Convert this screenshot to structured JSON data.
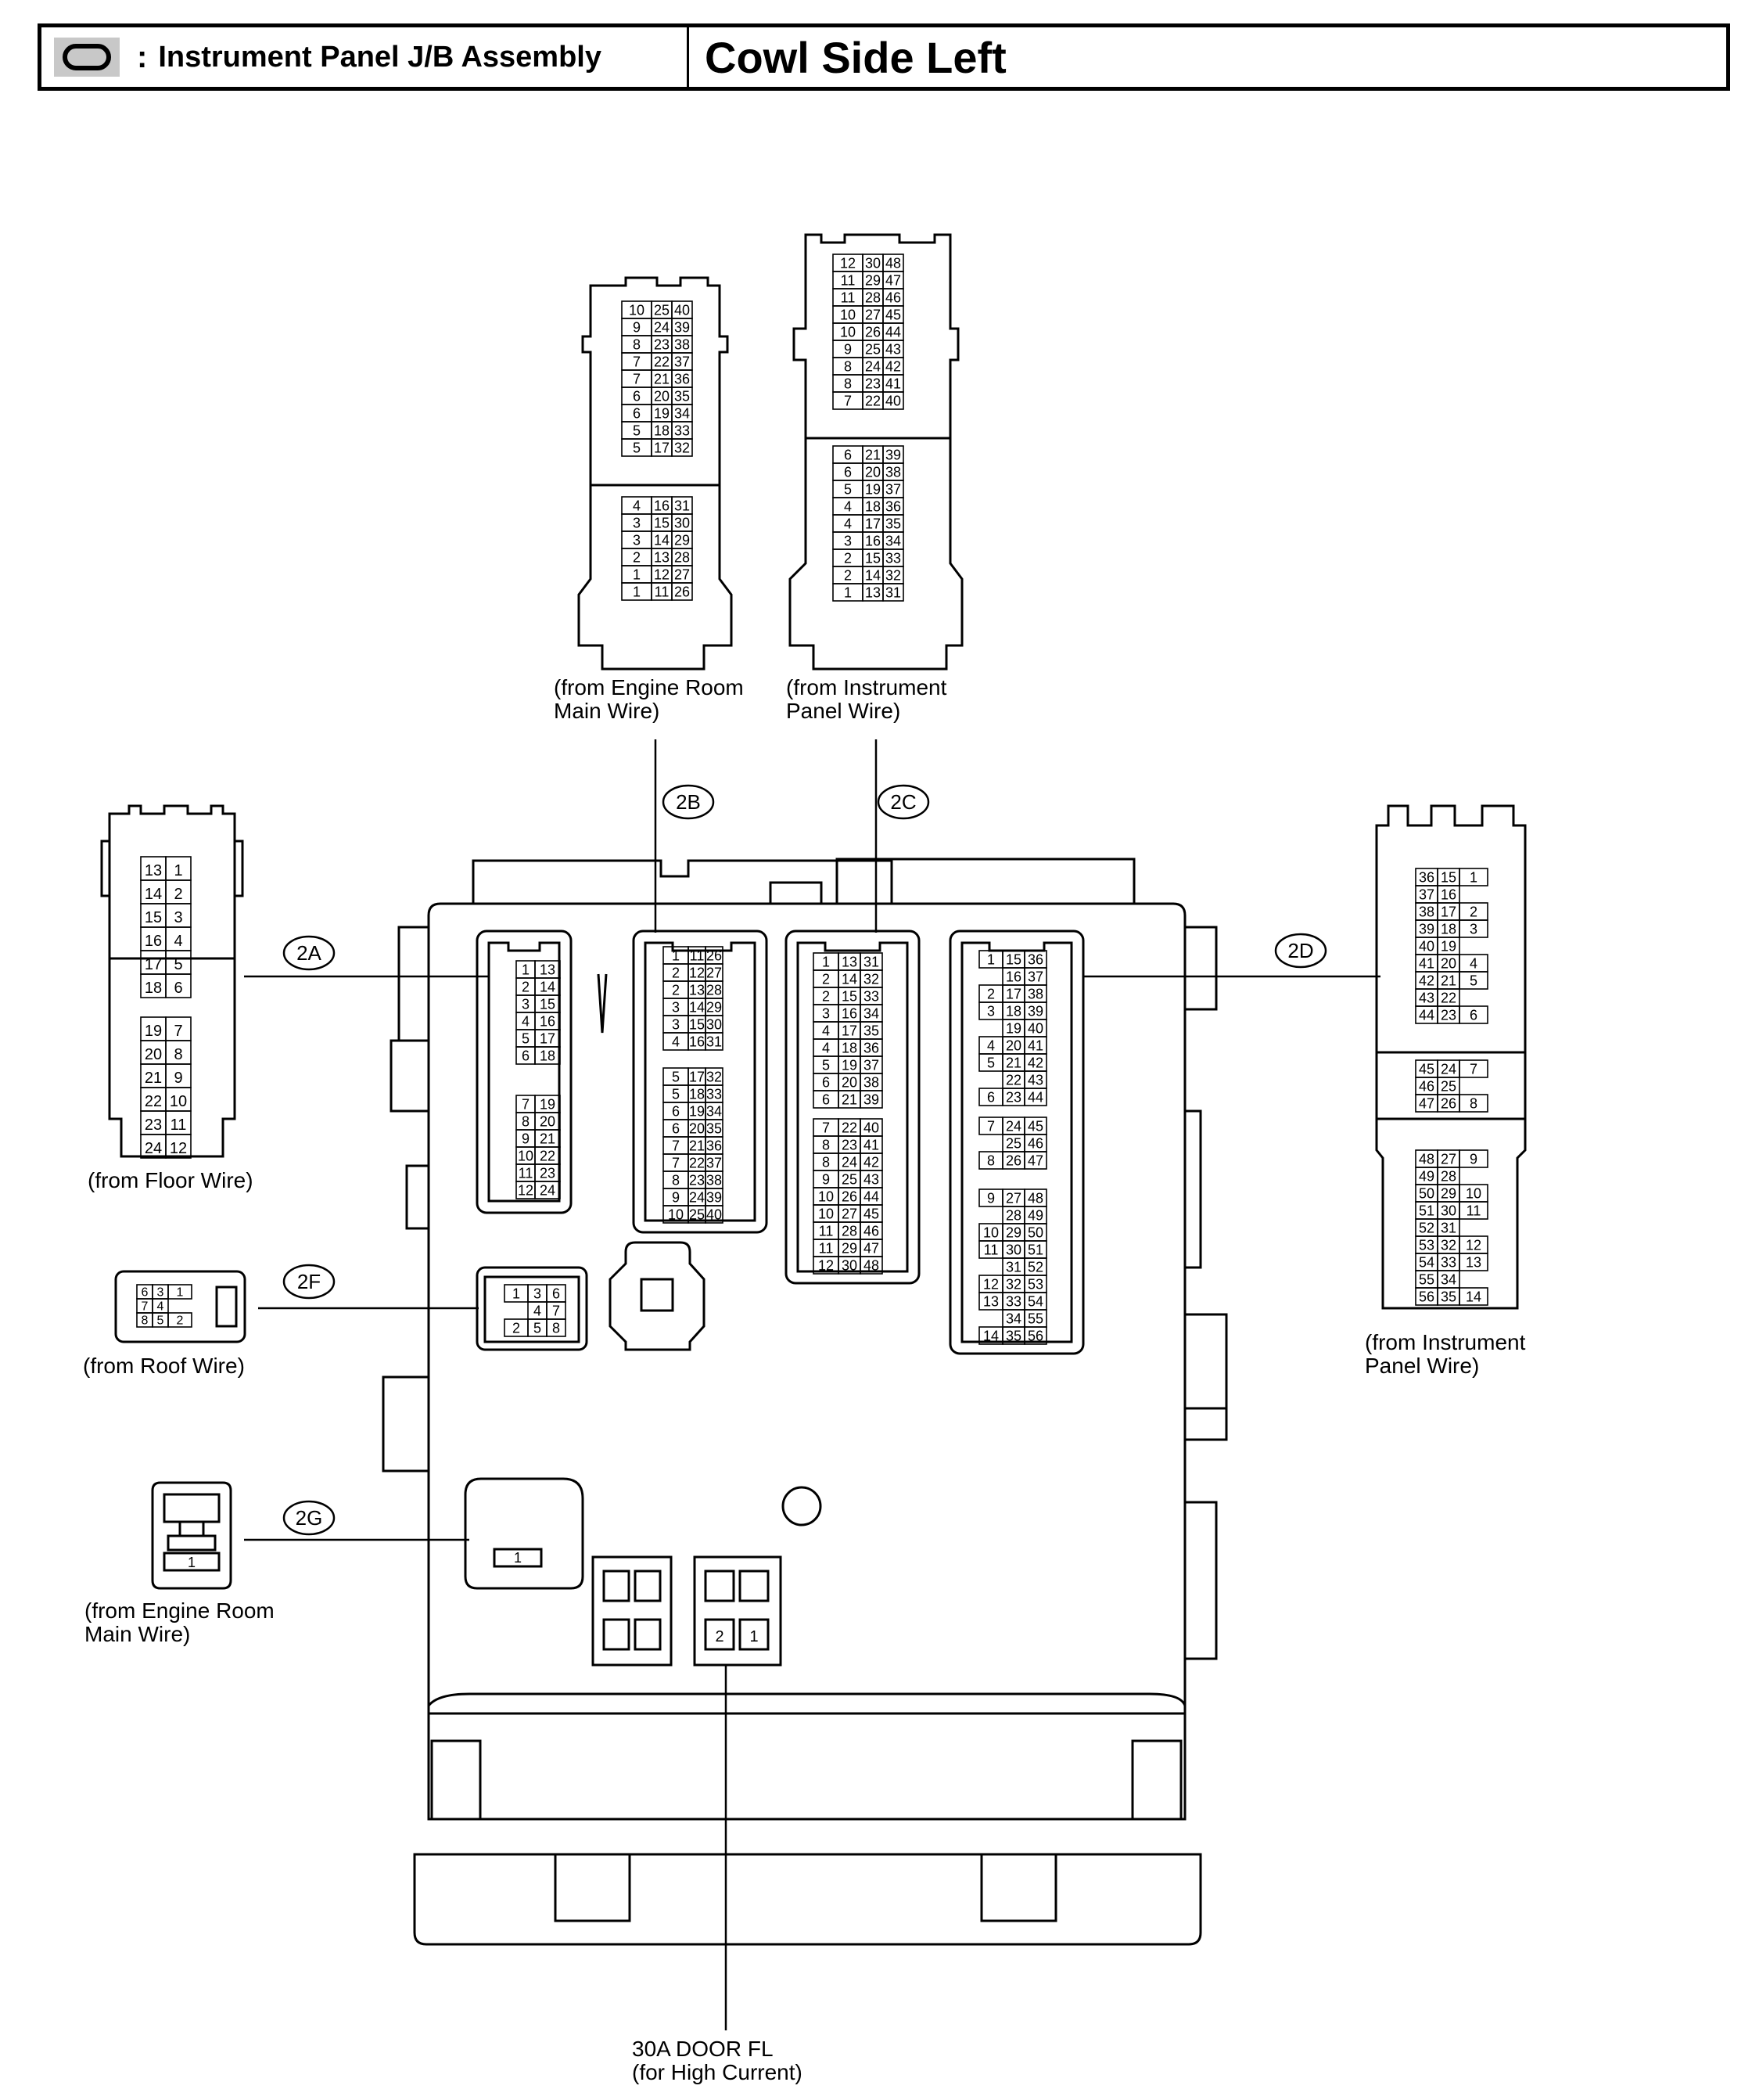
{
  "header": {
    "symbol": "oval-connector-icon",
    "colon": ":",
    "component": "Instrument Panel J/B Assembly",
    "location": "Cowl Side Left"
  },
  "connectors": {
    "c2A": {
      "code": "2A",
      "source": [
        "(from Floor Wire)"
      ]
    },
    "c2B": {
      "code": "2B",
      "source": [
        "(from Engine Room",
        "Main Wire)"
      ]
    },
    "c2C": {
      "code": "2C",
      "source": [
        "(from Instrument",
        "Panel Wire)"
      ]
    },
    "c2D": {
      "code": "2D",
      "source": [
        "(from Instrument",
        "Panel Wire)"
      ]
    },
    "c2F": {
      "code": "2F",
      "source": [
        "(from Roof Wire)"
      ]
    },
    "c2G": {
      "code": "2G",
      "source": [
        "(from Engine Room",
        "Main Wire)"
      ]
    }
  },
  "fuse": {
    "lines": [
      "30A DOOR FL",
      "(for High Current)"
    ],
    "pins": [
      "2",
      "1"
    ]
  },
  "pins": {
    "A_s": [
      [
        "13",
        "1"
      ],
      [
        "14",
        "2"
      ],
      [
        "15",
        "3"
      ],
      [
        "16",
        "4"
      ],
      [
        "17",
        "5"
      ],
      [
        "18",
        "6"
      ]
    ],
    "A_s2": [
      [
        "19",
        "7"
      ],
      [
        "20",
        "8"
      ],
      [
        "21",
        "9"
      ],
      [
        "22",
        "10"
      ],
      [
        "23",
        "11"
      ],
      [
        "24",
        "12"
      ]
    ],
    "A_j": [
      [
        "1",
        "13"
      ],
      [
        "2",
        "14"
      ],
      [
        "3",
        "15"
      ],
      [
        "4",
        "16"
      ],
      [
        "5",
        "17"
      ],
      [
        "6",
        "18"
      ]
    ],
    "A_j2": [
      [
        "7",
        "19"
      ],
      [
        "8",
        "20"
      ],
      [
        "9",
        "21"
      ],
      [
        "10",
        "22"
      ],
      [
        "11",
        "23"
      ],
      [
        "12",
        "24"
      ]
    ],
    "B_s": [
      [
        "10",
        "25",
        "40"
      ],
      [
        "9",
        "24",
        "39"
      ],
      [
        "8",
        "23",
        "38"
      ],
      [
        "7",
        "22",
        "37"
      ],
      [
        "7",
        "21",
        "36"
      ],
      [
        "6",
        "20",
        "35"
      ],
      [
        "6",
        "19",
        "34"
      ],
      [
        "5",
        "18",
        "33"
      ],
      [
        "5",
        "17",
        "32"
      ]
    ],
    "B_s2": [
      [
        "4",
        "16",
        "31"
      ],
      [
        "3",
        "15",
        "30"
      ],
      [
        "3",
        "14",
        "29"
      ],
      [
        "2",
        "13",
        "28"
      ],
      [
        "1",
        "12",
        "27"
      ],
      [
        "1",
        "11",
        "26"
      ]
    ],
    "B_j": [
      [
        "1",
        "11",
        "26"
      ],
      [
        "2",
        "12",
        "27"
      ],
      [
        "2",
        "13",
        "28"
      ],
      [
        "3",
        "14",
        "29"
      ],
      [
        "3",
        "15",
        "30"
      ],
      [
        "4",
        "16",
        "31"
      ]
    ],
    "B_j2": [
      [
        "5",
        "17",
        "32"
      ],
      [
        "5",
        "18",
        "33"
      ],
      [
        "6",
        "19",
        "34"
      ],
      [
        "6",
        "20",
        "35"
      ],
      [
        "7",
        "21",
        "36"
      ],
      [
        "7",
        "22",
        "37"
      ],
      [
        "8",
        "23",
        "38"
      ],
      [
        "9",
        "24",
        "39"
      ],
      [
        "10",
        "25",
        "40"
      ]
    ],
    "C_s": [
      [
        "12",
        "30",
        "48"
      ],
      [
        "11",
        "29",
        "47"
      ],
      [
        "11",
        "28",
        "46"
      ],
      [
        "10",
        "27",
        "45"
      ],
      [
        "10",
        "26",
        "44"
      ],
      [
        "9",
        "25",
        "43"
      ],
      [
        "8",
        "24",
        "42"
      ],
      [
        "8",
        "23",
        "41"
      ],
      [
        "7",
        "22",
        "40"
      ]
    ],
    "C_s2": [
      [
        "6",
        "21",
        "39"
      ],
      [
        "6",
        "20",
        "38"
      ],
      [
        "5",
        "19",
        "37"
      ],
      [
        "4",
        "18",
        "36"
      ],
      [
        "4",
        "17",
        "35"
      ],
      [
        "3",
        "16",
        "34"
      ],
      [
        "2",
        "15",
        "33"
      ],
      [
        "2",
        "14",
        "32"
      ],
      [
        "1",
        "13",
        "31"
      ]
    ],
    "C_j": [
      [
        "1",
        "13",
        "31"
      ],
      [
        "2",
        "14",
        "32"
      ],
      [
        "2",
        "15",
        "33"
      ],
      [
        "3",
        "16",
        "34"
      ],
      [
        "4",
        "17",
        "35"
      ],
      [
        "4",
        "18",
        "36"
      ],
      [
        "5",
        "19",
        "37"
      ],
      [
        "6",
        "20",
        "38"
      ],
      [
        "6",
        "21",
        "39"
      ]
    ],
    "C_j2": [
      [
        "7",
        "22",
        "40"
      ],
      [
        "8",
        "23",
        "41"
      ],
      [
        "8",
        "24",
        "42"
      ],
      [
        "9",
        "25",
        "43"
      ],
      [
        "10",
        "26",
        "44"
      ],
      [
        "10",
        "27",
        "45"
      ],
      [
        "11",
        "28",
        "46"
      ],
      [
        "11",
        "29",
        "47"
      ],
      [
        "12",
        "30",
        "48"
      ]
    ],
    "D_s": [
      [
        "36",
        "15",
        "1"
      ],
      [
        "37",
        "16",
        ""
      ],
      [
        "38",
        "17",
        "2"
      ],
      [
        "39",
        "18",
        "3"
      ],
      [
        "40",
        "19",
        ""
      ],
      [
        "41",
        "20",
        "4"
      ],
      [
        "42",
        "21",
        "5"
      ],
      [
        "43",
        "22",
        ""
      ],
      [
        "44",
        "23",
        "6"
      ]
    ],
    "D_s2": [
      [
        "45",
        "24",
        "7"
      ],
      [
        "46",
        "25",
        ""
      ],
      [
        "47",
        "26",
        "8"
      ]
    ],
    "D_s3": [
      [
        "48",
        "27",
        "9"
      ],
      [
        "49",
        "28",
        ""
      ],
      [
        "50",
        "29",
        "10"
      ],
      [
        "51",
        "30",
        "11"
      ],
      [
        "52",
        "31",
        ""
      ],
      [
        "53",
        "32",
        "12"
      ],
      [
        "54",
        "33",
        "13"
      ],
      [
        "55",
        "34",
        ""
      ],
      [
        "56",
        "35",
        "14"
      ]
    ],
    "D_j": [
      [
        "1",
        "15",
        "36"
      ],
      [
        "",
        "16",
        "37"
      ],
      [
        "2",
        "17",
        "38"
      ],
      [
        "3",
        "18",
        "39"
      ],
      [
        "",
        "19",
        "40"
      ],
      [
        "4",
        "20",
        "41"
      ],
      [
        "5",
        "21",
        "42"
      ],
      [
        "",
        "22",
        "43"
      ],
      [
        "6",
        "23",
        "44"
      ]
    ],
    "D_j2": [
      [
        "7",
        "24",
        "45"
      ],
      [
        "",
        "25",
        "46"
      ],
      [
        "8",
        "26",
        "47"
      ]
    ],
    "D_j3": [
      [
        "9",
        "27",
        "48"
      ],
      [
        "",
        "28",
        "49"
      ],
      [
        "10",
        "29",
        "50"
      ],
      [
        "11",
        "30",
        "51"
      ],
      [
        "",
        "31",
        "52"
      ],
      [
        "12",
        "32",
        "53"
      ],
      [
        "13",
        "33",
        "54"
      ],
      [
        "",
        "34",
        "55"
      ],
      [
        "14",
        "35",
        "56"
      ]
    ],
    "F_s": [
      [
        "6",
        "3",
        "1"
      ],
      [
        "7",
        "4",
        ""
      ],
      [
        "8",
        "5",
        "2"
      ]
    ],
    "F_j": [
      [
        "1",
        "3",
        "6"
      ],
      [
        "",
        "4",
        "7"
      ],
      [
        "2",
        "5",
        "8"
      ]
    ],
    "G": [
      "1"
    ]
  }
}
